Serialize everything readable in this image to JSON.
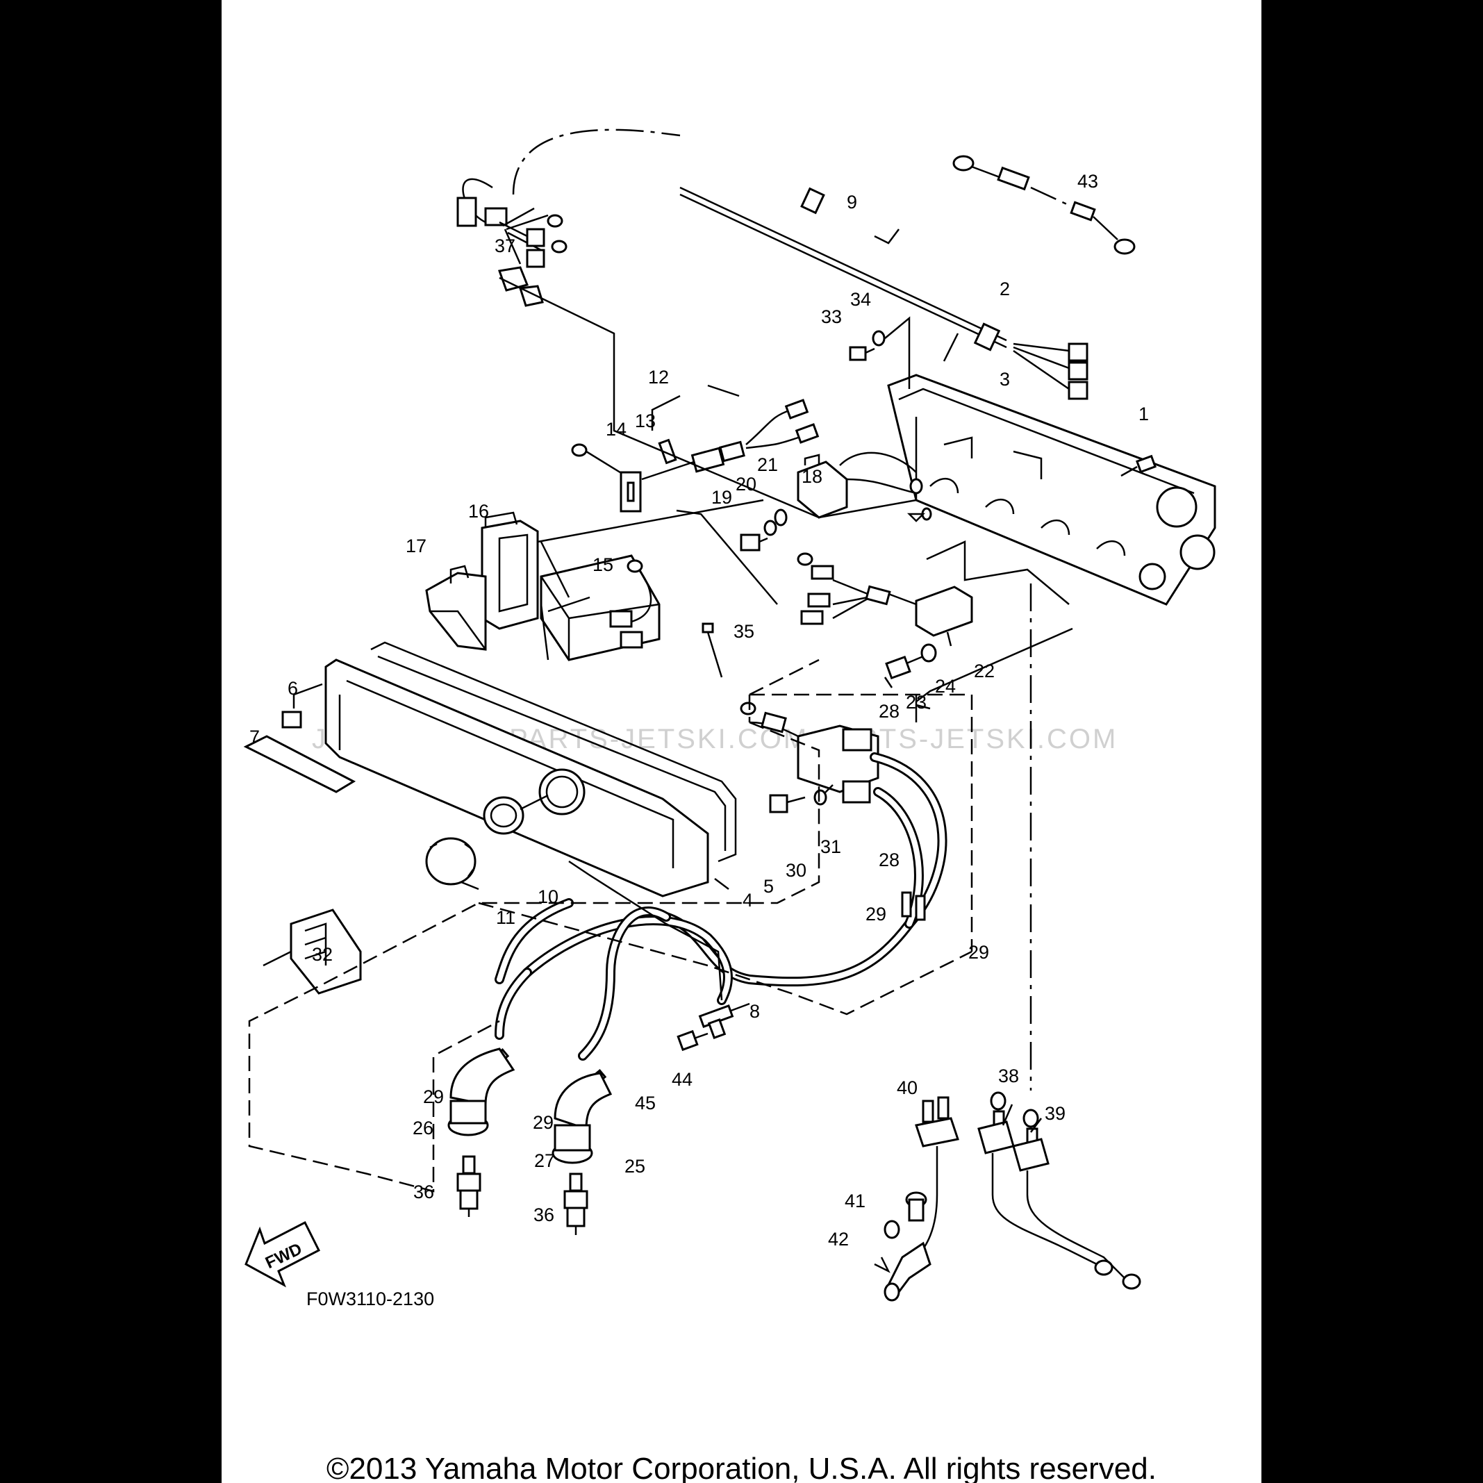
{
  "diagram": {
    "part_labels": [
      "1",
      "2",
      "3",
      "4",
      "5",
      "6",
      "7",
      "8",
      "9",
      "10",
      "11",
      "12",
      "13",
      "14",
      "15",
      "16",
      "17",
      "18",
      "19",
      "20",
      "21",
      "22",
      "23",
      "24",
      "25",
      "26",
      "27",
      "28",
      "28",
      "29",
      "29",
      "29",
      "29",
      "30",
      "31",
      "32",
      "33",
      "34",
      "35",
      "36",
      "36",
      "37",
      "38",
      "39",
      "40",
      "41",
      "42",
      "43",
      "44",
      "45"
    ],
    "fwd_label": "FWD",
    "watermark": "JETSKI.COM  PARTS-JETSKI.COM  PARTS-JETSKI.COM",
    "figure_code": "F0W3110-2130",
    "copyright": "©2013 Yamaha Motor Corporation, U.S.A. All rights reserved."
  }
}
